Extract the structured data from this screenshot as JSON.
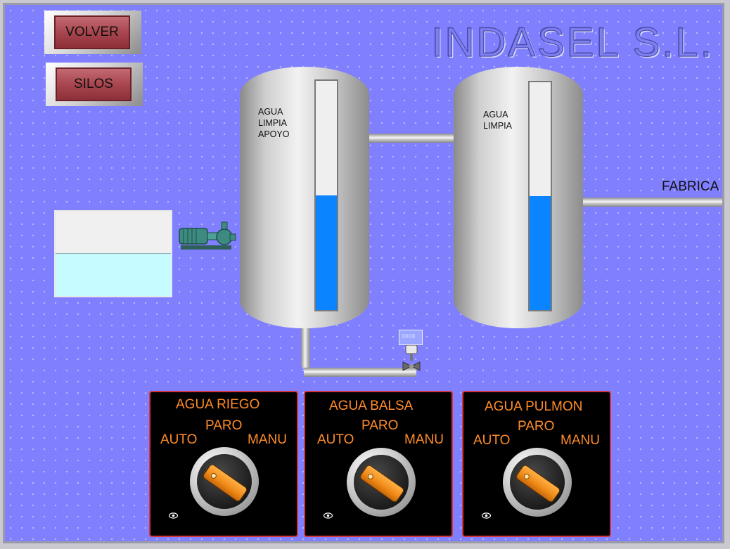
{
  "header": {
    "title": "INDASEL S.L."
  },
  "nav": {
    "volver_label": "VOLVER",
    "silos_label": "SILOS"
  },
  "tanks": [
    {
      "label": "AGUA\nLIMPIA\nAPOYO",
      "level": 0.5
    },
    {
      "label": "AGUA\nLIMPIA",
      "level": 0.5
    }
  ],
  "pool": {
    "level": 0.5
  },
  "outlet": {
    "label": "FABRICA"
  },
  "valve": {
    "display": "0000"
  },
  "panels": [
    {
      "title": "AGUA RIEGO",
      "auto": "AUTO",
      "paro": "PARO",
      "manu": "MANU"
    },
    {
      "title": "AGUA BALSA",
      "auto": "AUTO",
      "paro": "PARO",
      "manu": "MANU"
    },
    {
      "title": "AGUA PULMON",
      "auto": "AUTO",
      "paro": "PARO",
      "manu": "MANU"
    }
  ],
  "colors": {
    "background": "#8080ff",
    "water_level": "#0a84ff",
    "pool_water": "#c6fbff",
    "panel_text": "#ff8c2a",
    "panel_border": "#d2353c"
  },
  "icons": [
    "pump-icon",
    "control-valve-icon",
    "eye-icon",
    "selector-knob-icon"
  ]
}
